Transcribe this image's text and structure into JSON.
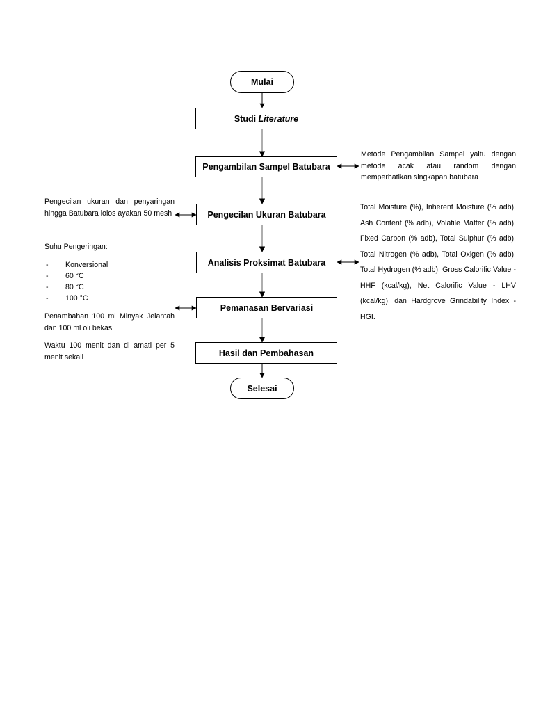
{
  "flow": {
    "start": "Mulai",
    "study": {
      "prefix": "Studi ",
      "italic": "Literature"
    },
    "sampling": "Pengambilan Sampel Batubara",
    "size_reduction": "Pengecilan Ukuran Batubara",
    "analysis": "Analisis Proksimat Batubara",
    "heating": "Pemanasan Bervariasi",
    "results": "Hasil dan Pembahasan",
    "end": "Selesai"
  },
  "notes": {
    "sampling_method": "Metode Pengambilan Sampel yaitu dengan metode acak atau random dengan memperhatikan singkapan batubara",
    "size_reduction_note": "Pengecilan ukuran dan penyaringan hingga Batubara lolos ayakan 50 mesh",
    "drying_title": "Suhu Pengeringan:",
    "drying_items": [
      {
        "dash": "-",
        "label": "Konversional"
      },
      {
        "dash": "-",
        "label": "60 °C"
      },
      {
        "dash": "-",
        "label": "80 °C"
      },
      {
        "dash": "-",
        "label": "100 °C"
      }
    ],
    "addition": "Penambahan 100 ml Minyak Jelantah dan 100 ml oli bekas",
    "time": "Waktu 100 menit dan di amati per 5 menit sekali",
    "parameters": "Total Moisture (%), Inherent Moisture (% adb), Ash Content (% adb), Volatile Matter (% adb), Fixed Carbon (% adb), Total Sulphur (% adb), Total Nitrogen (% adb), Total Oxigen (% adb), Total Hydrogen (% adb), Gross Calorific Value - HHF (kcal/kg), Net Calorific Value - LHV (kcal/kg), dan Hardgrove Grindability Index - HGI."
  }
}
